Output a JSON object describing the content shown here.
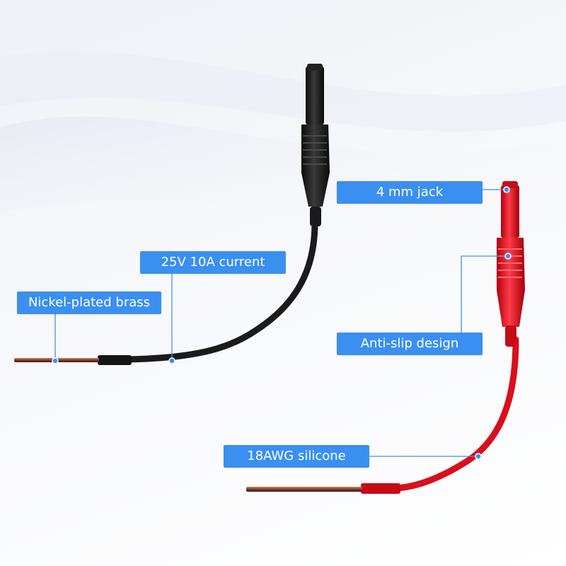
{
  "colors": {
    "label_bg": "#3a8ff0",
    "black_lead": "#1b1b1b",
    "red_lead": "#d8101c",
    "callout_line": "#4a8fe0"
  },
  "callouts": {
    "jack": "4 mm jack",
    "current": "25V 10A current",
    "brass": "Nickel-plated brass",
    "antislip": "Anti-slip design",
    "silicone": "18AWG silicone"
  }
}
